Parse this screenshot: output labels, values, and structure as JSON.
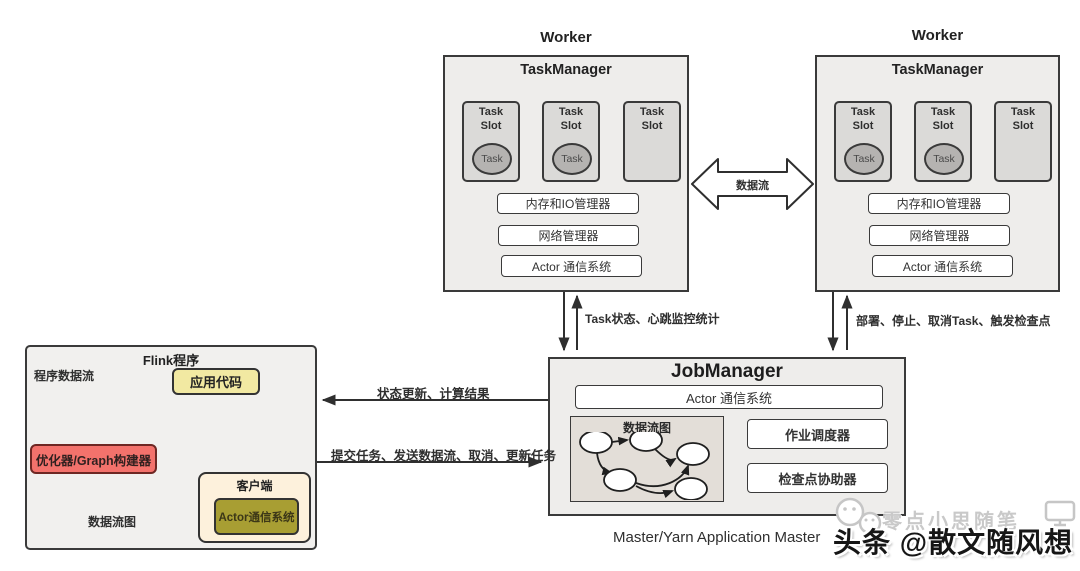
{
  "worker": {
    "title": "Worker",
    "manager_title": "TaskManager",
    "slot_label": "Task\nSlot",
    "task_label": "Task",
    "bars": [
      "内存和IO管理器",
      "网络管理器",
      "Actor 通信系统"
    ]
  },
  "jobmanager": {
    "title": "JobManager",
    "actor_bar": "Actor 通信系统",
    "dataflow_title": "数据流图",
    "scheduler": "作业调度器",
    "checkpoint": "检查点协助器",
    "caption": "Master/Yarn Application Master"
  },
  "flink_program": {
    "title": "Flink程序",
    "program_dataflow_label": "程序数据流",
    "app_code": "应用代码",
    "optimizer": "优化器/Graph构建器",
    "dataflow_graph_label": "数据流图",
    "client": {
      "title": "客户端",
      "actor": "Actor通信系统"
    }
  },
  "edge_labels": {
    "dataflow": "数据流",
    "task_status": "Task状态、心跳监控统计",
    "deploy": "部署、停止、取消Task、触发检查点",
    "status_update": "状态更新、计算结果",
    "submit_tasks": "提交任务、发送数据流、取消、更新任务"
  },
  "watermark": {
    "brand": "零点小思随笔",
    "byline": "头条 @散文随风想"
  },
  "colors": {
    "panel_bg": "#eeedeb",
    "slot_bg": "#dbdad8",
    "task_bg": "#b5b3b1",
    "dataflow_bg": "#e3ded8",
    "app_code_bg": "#f2e9a2",
    "optimizer_bg": "#f3726c",
    "client_bg": "#fdf1dc",
    "client_actor_bg": "#a89e33",
    "line": "#2f2f2f"
  }
}
